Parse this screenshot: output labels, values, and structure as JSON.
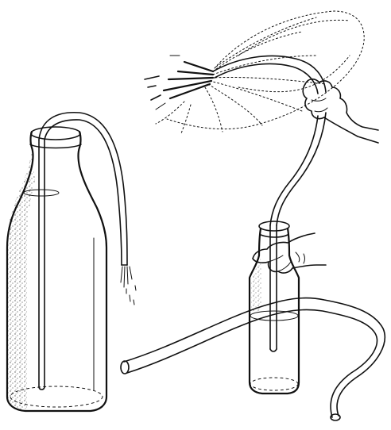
{
  "figure": {
    "background": "#ffffff",
    "ink_color": "#111111",
    "panels": [
      {
        "id": "left",
        "objects": [
          "bottle-tall",
          "rubber-tube",
          "dripping-water"
        ]
      },
      {
        "id": "right",
        "objects": [
          "bottle-short",
          "rubber-tube",
          "hand-holding-tube-end",
          "hand-holding-bottle-neck",
          "water-spray-fan",
          "long-tube-loop"
        ]
      }
    ]
  }
}
